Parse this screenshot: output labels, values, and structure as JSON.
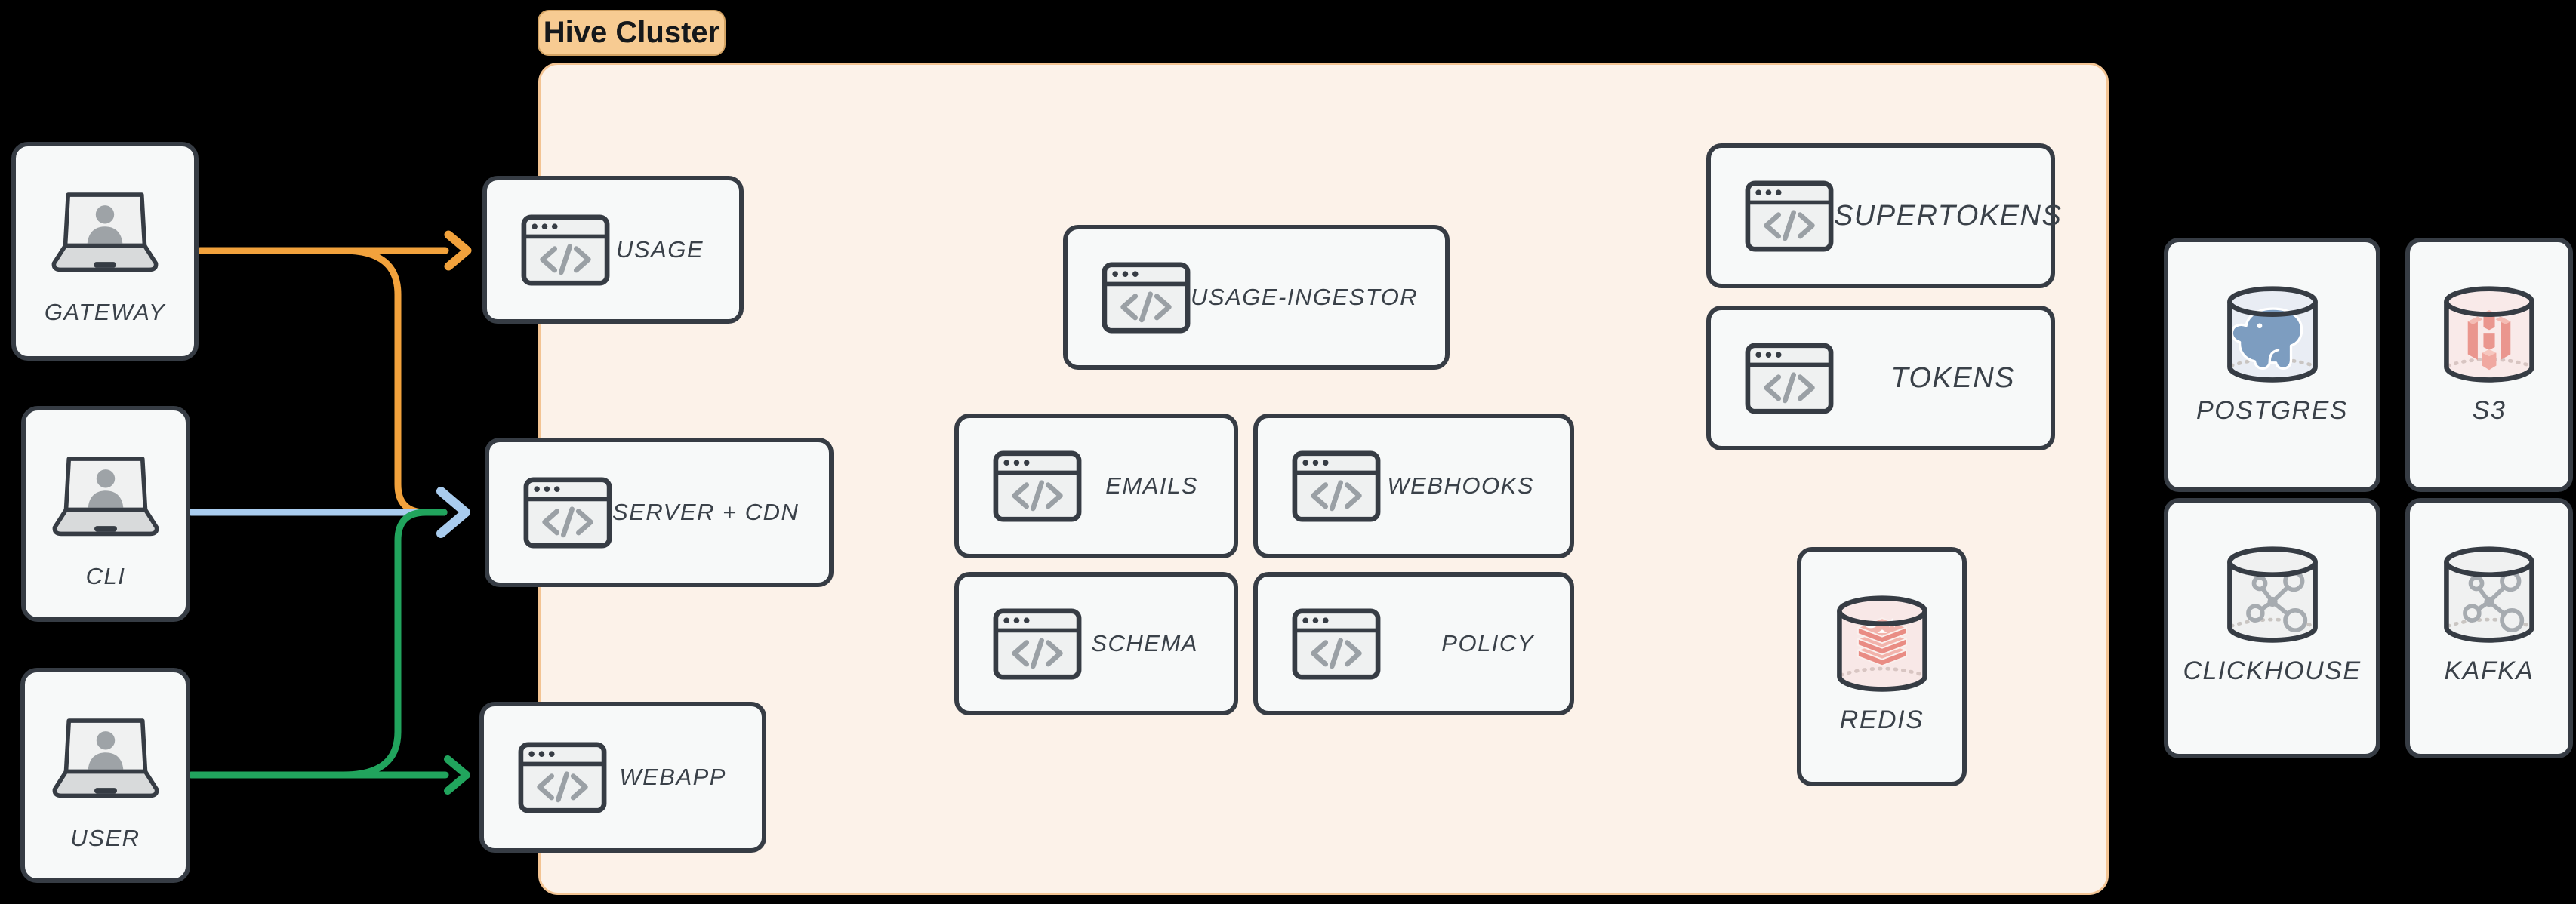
{
  "cluster": {
    "label": "Hive Cluster"
  },
  "actors": [
    {
      "id": "gateway",
      "label": "GATEWAY",
      "icon": "laptop-user-icon"
    },
    {
      "id": "cli",
      "label": "CLI",
      "icon": "laptop-user-icon"
    },
    {
      "id": "user",
      "label": "USER",
      "icon": "laptop-user-icon"
    }
  ],
  "services": [
    {
      "id": "usage",
      "label": "USAGE",
      "icon": "browser-code-icon"
    },
    {
      "id": "server-cdn",
      "label": "SERVER + CDN",
      "icon": "browser-code-icon"
    },
    {
      "id": "webapp",
      "label": "WEBAPP",
      "icon": "browser-code-icon"
    },
    {
      "id": "usage-ingestor",
      "label": "USAGE-INGESTOR",
      "icon": "browser-code-icon"
    },
    {
      "id": "emails",
      "label": "EMAILS",
      "icon": "browser-code-icon"
    },
    {
      "id": "webhooks",
      "label": "WEBHOOKS",
      "icon": "browser-code-icon"
    },
    {
      "id": "schema",
      "label": "SCHEMA",
      "icon": "browser-code-icon"
    },
    {
      "id": "policy",
      "label": "POLICY",
      "icon": "browser-code-icon"
    },
    {
      "id": "supertokens",
      "label": "SUPERTOKENS",
      "icon": "browser-code-icon"
    },
    {
      "id": "tokens",
      "label": "TOKENS",
      "icon": "browser-code-icon"
    },
    {
      "id": "redis",
      "label": "REDIS",
      "icon": "redis-database-icon"
    }
  ],
  "datastores": [
    {
      "id": "postgres",
      "label": "POSTGRES",
      "icon": "postgres-database-icon"
    },
    {
      "id": "s3",
      "label": "S3",
      "icon": "s3-database-icon"
    },
    {
      "id": "clickhouse",
      "label": "CLICKHOUSE",
      "icon": "clickhouse-database-icon"
    },
    {
      "id": "kafka",
      "label": "KAFKA",
      "icon": "kafka-database-icon"
    }
  ],
  "edges": [
    {
      "from": "GATEWAY",
      "to": "USAGE",
      "color": "#F2A23C"
    },
    {
      "from": "GATEWAY",
      "to": "SERVER + CDN",
      "color": "#F2A23C"
    },
    {
      "from": "CLI",
      "to": "SERVER + CDN",
      "color": "#A9CCEE"
    },
    {
      "from": "USER",
      "to": "SERVER + CDN",
      "color": "#21A45D"
    },
    {
      "from": "USER",
      "to": "WEBAPP",
      "color": "#21A45D"
    }
  ],
  "colors": {
    "orange": "#F2A23C",
    "blue": "#A9CCEE",
    "green": "#21A45D",
    "cluster_fill": "#FCF2E9",
    "cluster_border": "#F3C493",
    "pill_fill": "#F7CB92",
    "node_fill": "#F7F9F9",
    "node_border": "#363C44",
    "label_text": "#3A4149",
    "icon_gray": "#9AA0A5",
    "canvas_bg": "#000000"
  }
}
